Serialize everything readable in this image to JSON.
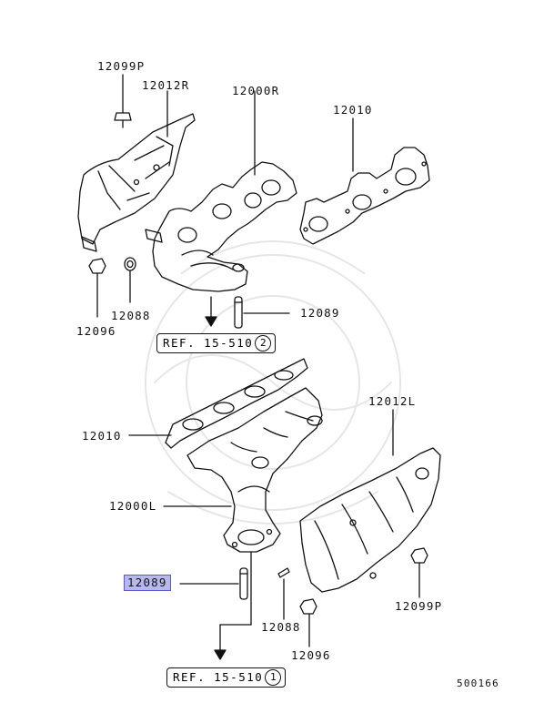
{
  "diagram": {
    "parts": {
      "p12099P_top": "12099P",
      "p12012R": "12012R",
      "p12000R": "12000R",
      "p12010_top": "12010",
      "p12088_top": "12088",
      "p12096_top": "12096",
      "p12089_top": "12089",
      "p12010_mid": "12010",
      "p12012L": "12012L",
      "p12000L": "12000L",
      "p12089_sel": "12089",
      "p12088_bot": "12088",
      "p12096_bot": "12096",
      "p12099P_bot": "12099P"
    },
    "refs": {
      "ref_top_text": "REF. 15-510",
      "ref_top_num": "2",
      "ref_bot_text": "REF. 15-510",
      "ref_bot_num": "1"
    },
    "figure_code": "500166",
    "colors": {
      "line": "#111111",
      "highlight_fill": "#b8b8ef",
      "highlight_border": "#5a5ac8",
      "watermark": "#e4e4e4"
    }
  }
}
